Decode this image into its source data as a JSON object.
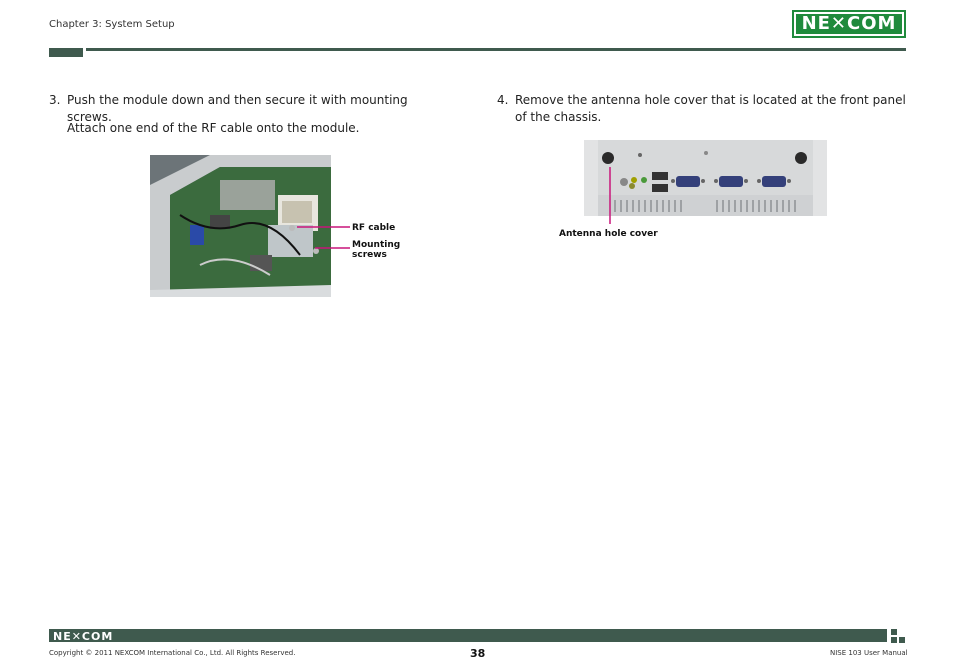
{
  "header": {
    "chapter": "Chapter 3: System Setup",
    "logo_text": "NE✕COM"
  },
  "steps": [
    {
      "number": "3.",
      "text": "Push the module down and then secure it with mounting screws.",
      "sub": "Attach one end of the RF cable onto the module."
    },
    {
      "number": "4.",
      "text": "Remove the antenna hole cover that is located at the front panel of the chassis."
    }
  ],
  "figure1": {
    "labels": {
      "rf_cable": "RF cable",
      "mounting_l1": "Mounting",
      "mounting_l2": "screws"
    },
    "accent": "#c8157a"
  },
  "figure2": {
    "labels": {
      "antenna": "Antenna hole cover"
    },
    "accent": "#c8157a"
  },
  "footer": {
    "logo_text": "NE✕COM",
    "copyright": "Copyright © 2011 NEXCOM International Co., Ltd. All Rights Reserved.",
    "page": "38",
    "manual": "NISE 103 User Manual"
  },
  "colors": {
    "brand_green": "#1f8a3c",
    "bar": "#3f5a4e"
  }
}
